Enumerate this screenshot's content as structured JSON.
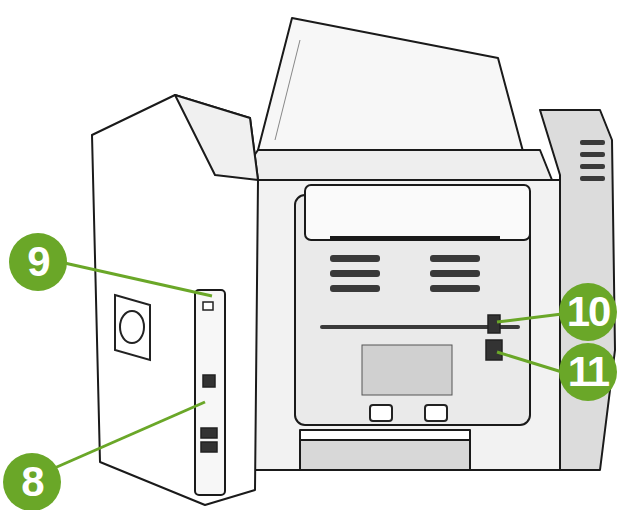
{
  "diagram": {
    "labels": [
      "9",
      "10",
      "11",
      "8"
    ]
  }
}
